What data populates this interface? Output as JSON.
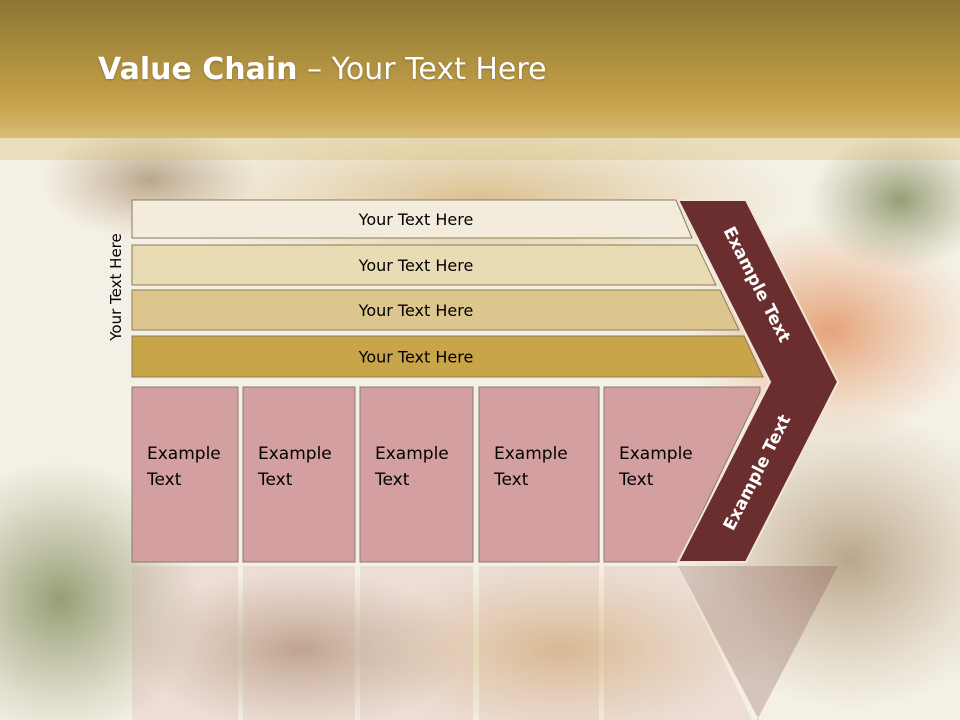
{
  "slide": {
    "title_bold": "Value Chain",
    "title_rest": " – Your Text Here",
    "side_label": "Your Text  Here"
  },
  "bars": [
    {
      "label": "Your Text Here",
      "color": "#f3ecdd"
    },
    {
      "label": "Your Text Here",
      "color": "#e9dbb4"
    },
    {
      "label": "Your Text Here",
      "color": "#ddc68d"
    },
    {
      "label": "Your Text Here",
      "color": "#c9a54a"
    }
  ],
  "boxes": [
    {
      "label": "Example\nText"
    },
    {
      "label": "Example\nText"
    },
    {
      "label": "Example\nText"
    },
    {
      "label": "Example\nText"
    },
    {
      "label": "Example\nText"
    }
  ],
  "chevron": {
    "top_label": "Example Text",
    "bottom_label": "Example Text",
    "color": "#6b2e2e"
  },
  "colors": {
    "header_top": "#8a7430",
    "header_bottom": "#c9a54a",
    "box_fill": "#d39fa0",
    "box_stroke": "#8a7a6e"
  }
}
